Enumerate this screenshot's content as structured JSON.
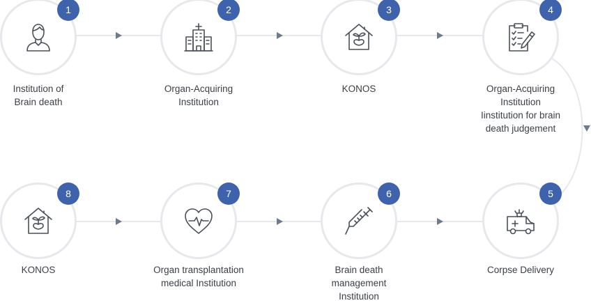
{
  "steps": [
    {
      "number": "1",
      "label_lines": [
        "Institution of",
        "Brain death"
      ],
      "icon": "person-icon"
    },
    {
      "number": "2",
      "label_lines": [
        "Organ-Acquiring",
        "Institution"
      ],
      "icon": "hospital-building-icon"
    },
    {
      "number": "3",
      "label_lines": [
        "KONOS"
      ],
      "icon": "house-seedling-icon"
    },
    {
      "number": "4",
      "label_lines": [
        "Organ-Acquiring",
        "Institution",
        "Iinstitution for brain",
        "death judgement"
      ],
      "icon": "clipboard-checklist-icon"
    },
    {
      "number": "5",
      "label_lines": [
        "Corpse Delivery"
      ],
      "icon": "ambulance-icon"
    },
    {
      "number": "6",
      "label_lines": [
        "Brain death",
        "management",
        "Institution"
      ],
      "icon": "syringe-icon"
    },
    {
      "number": "7",
      "label_lines": [
        "Organ transplantation",
        "medical Institution"
      ],
      "icon": "heart-pulse-icon"
    },
    {
      "number": "8",
      "label_lines": [
        "KONOS"
      ],
      "icon": "house-seedling-icon"
    }
  ],
  "colors": {
    "badge": "#3f62ac",
    "ring": "#e6e8ec",
    "arrow": "#6d7a90",
    "icon_stroke": "#4a4f58",
    "text": "#3b3f46"
  }
}
